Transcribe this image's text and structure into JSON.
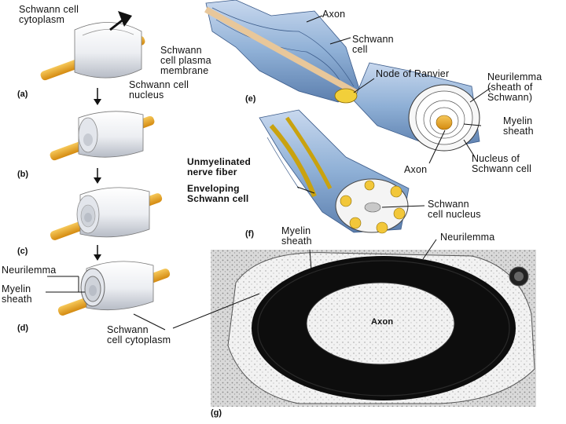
{
  "panels": {
    "a": "(a)",
    "b": "(b)",
    "c": "(c)",
    "d": "(d)",
    "e": "(e)",
    "f": "(f)",
    "g": "(g)"
  },
  "labels": {
    "schwann_cytoplasm_a": "Schwann cell\ncytoplasm",
    "schwann_plasma_membrane": "Schwann\ncell plasma\nmembrane",
    "schwann_nucleus_a": "Schwann cell\nnucleus",
    "neurilemma_d": "Neurilemma",
    "myelin_sheath_d": "Myelin\nsheath",
    "schwann_cytoplasm_d": "Schwann\ncell cytoplasm",
    "axon_e": "Axon",
    "schwann_cell_e": "Schwann\ncell",
    "node_of_ranvier": "Node of Ranvier",
    "neurilemma_e": "Neurilemma\n(sheath of\nSchwann)",
    "myelin_sheath_e": "Myelin\nsheath",
    "axon_e2": "Axon",
    "nucleus_schwann": "Nucleus of\nSchwann cell",
    "unmyelinated_fiber": "Unmyelinated\nnerve fiber",
    "enveloping_schwann": "Enveloping\nSchwann cell",
    "schwann_nucleus_f": "Schwann\ncell nucleus",
    "myelin_sheath_g": "Myelin\nsheath",
    "neurilemma_g": "Neurilemma",
    "axon_g": "Axon"
  },
  "colors": {
    "axon": "#e8a21c",
    "sheath_blue": "#8fb0d6",
    "sheath_white": "#eef0f4",
    "myelin_dark": "#111111",
    "cytoplasm_gray": "#a8a8a8"
  }
}
